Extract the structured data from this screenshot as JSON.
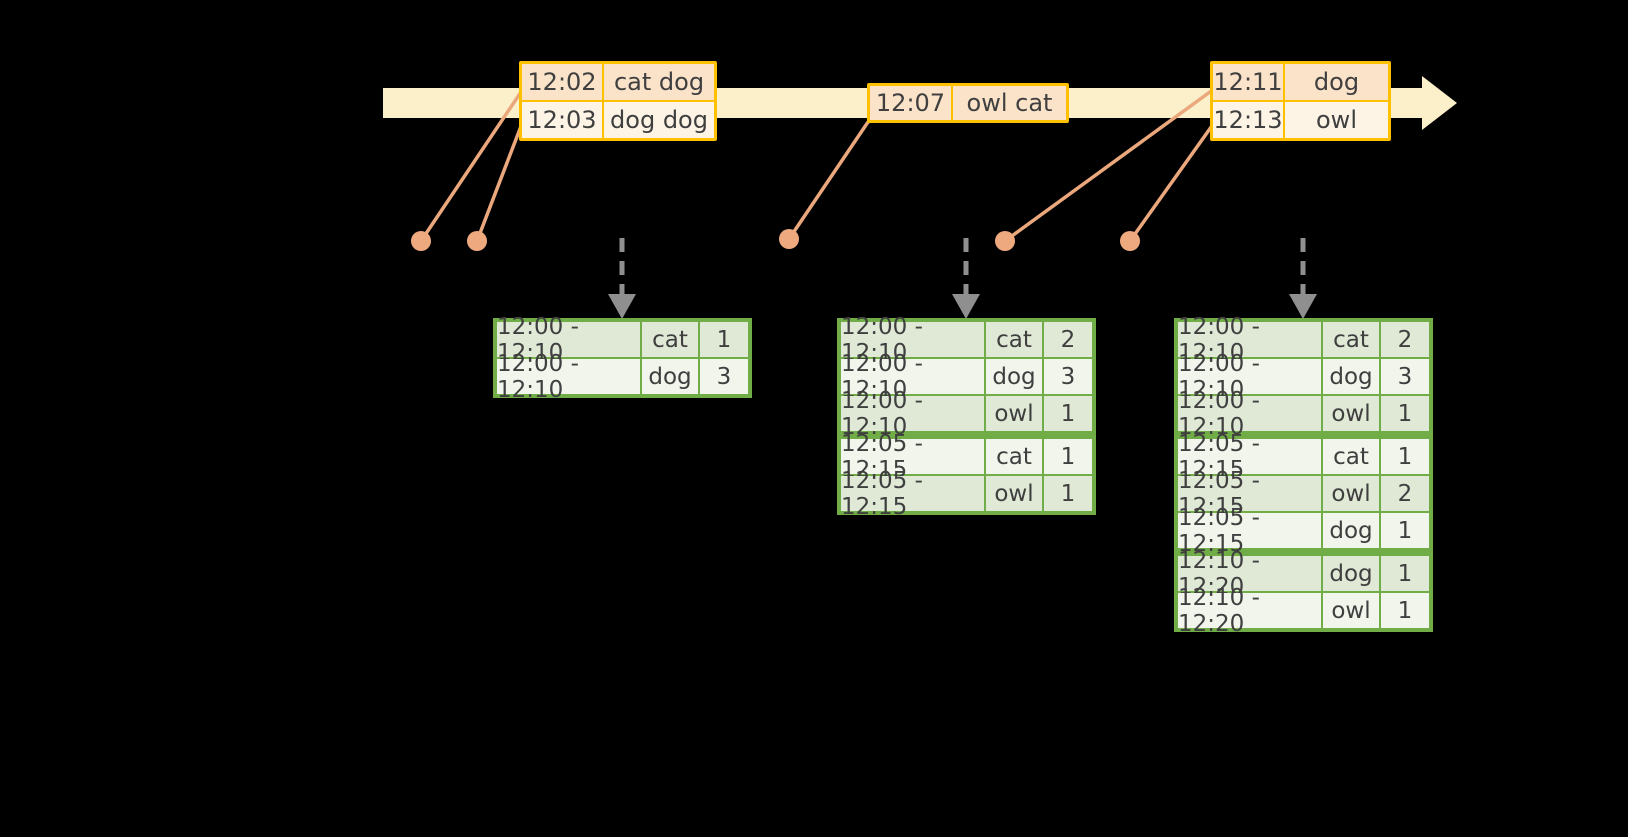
{
  "colors": {
    "background": "#000000",
    "timeline_band": "#FBF0C9",
    "event_table_border": "#FFC000",
    "event_row_peach": "#FAE3C9",
    "event_row_cream": "#FDF4E6",
    "connector_salmon": "#ECA87D",
    "trigger_arrow_gray": "#8F8F8F",
    "result_table_border": "#71AD47",
    "result_row_green": "#DFE9D6",
    "result_row_light": "#F1F5EC",
    "text": "#3F3F3F"
  },
  "icons": {
    "timeline_arrowhead": "right-triangle",
    "event_marker": "filled-circle-dot",
    "trigger_arrow": "dashed-down-arrow"
  },
  "event_tables": [
    {
      "rows": [
        {
          "time": "12:02",
          "words": "cat dog"
        },
        {
          "time": "12:03",
          "words": "dog dog"
        }
      ]
    },
    {
      "rows": [
        {
          "time": "12:07",
          "words": "owl cat"
        }
      ]
    },
    {
      "rows": [
        {
          "time": "12:11",
          "words": "dog"
        },
        {
          "time": "12:13",
          "words": "owl"
        }
      ]
    }
  ],
  "result_tables": [
    {
      "rows": [
        {
          "window": "12:00 - 12:10",
          "word": "cat",
          "count": "1"
        },
        {
          "window": "12:00 - 12:10",
          "word": "dog",
          "count": "3"
        }
      ]
    },
    {
      "rows": [
        {
          "window": "12:00 - 12:10",
          "word": "cat",
          "count": "2"
        },
        {
          "window": "12:00 - 12:10",
          "word": "dog",
          "count": "3"
        },
        {
          "window": "12:00 - 12:10",
          "word": "owl",
          "count": "1"
        },
        {
          "window": "12:05 - 12:15",
          "word": "cat",
          "count": "1"
        },
        {
          "window": "12:05 - 12:15",
          "word": "owl",
          "count": "1"
        }
      ]
    },
    {
      "rows": [
        {
          "window": "12:00 - 12:10",
          "word": "cat",
          "count": "2"
        },
        {
          "window": "12:00 - 12:10",
          "word": "dog",
          "count": "3"
        },
        {
          "window": "12:00 - 12:10",
          "word": "owl",
          "count": "1"
        },
        {
          "window": "12:05 - 12:15",
          "word": "cat",
          "count": "1"
        },
        {
          "window": "12:05 - 12:15",
          "word": "owl",
          "count": "2"
        },
        {
          "window": "12:05 - 12:15",
          "word": "dog",
          "count": "1"
        },
        {
          "window": "12:10 - 12:20",
          "word": "dog",
          "count": "1"
        },
        {
          "window": "12:10 - 12:20",
          "word": "owl",
          "count": "1"
        }
      ]
    }
  ]
}
